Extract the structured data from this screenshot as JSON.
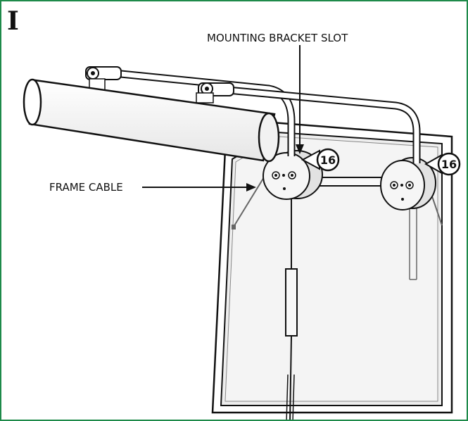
{
  "step_letter": "I",
  "labels": {
    "mounting_bracket_slot": "MOUNTING BRACKET SLOT",
    "frame_cable": "FRAME CABLE"
  },
  "badges": [
    "16",
    "16"
  ],
  "colors": {
    "border": "#1e8a4a",
    "line": "#111111",
    "glass": "#f0f0f0",
    "shade": "#cccccc"
  }
}
